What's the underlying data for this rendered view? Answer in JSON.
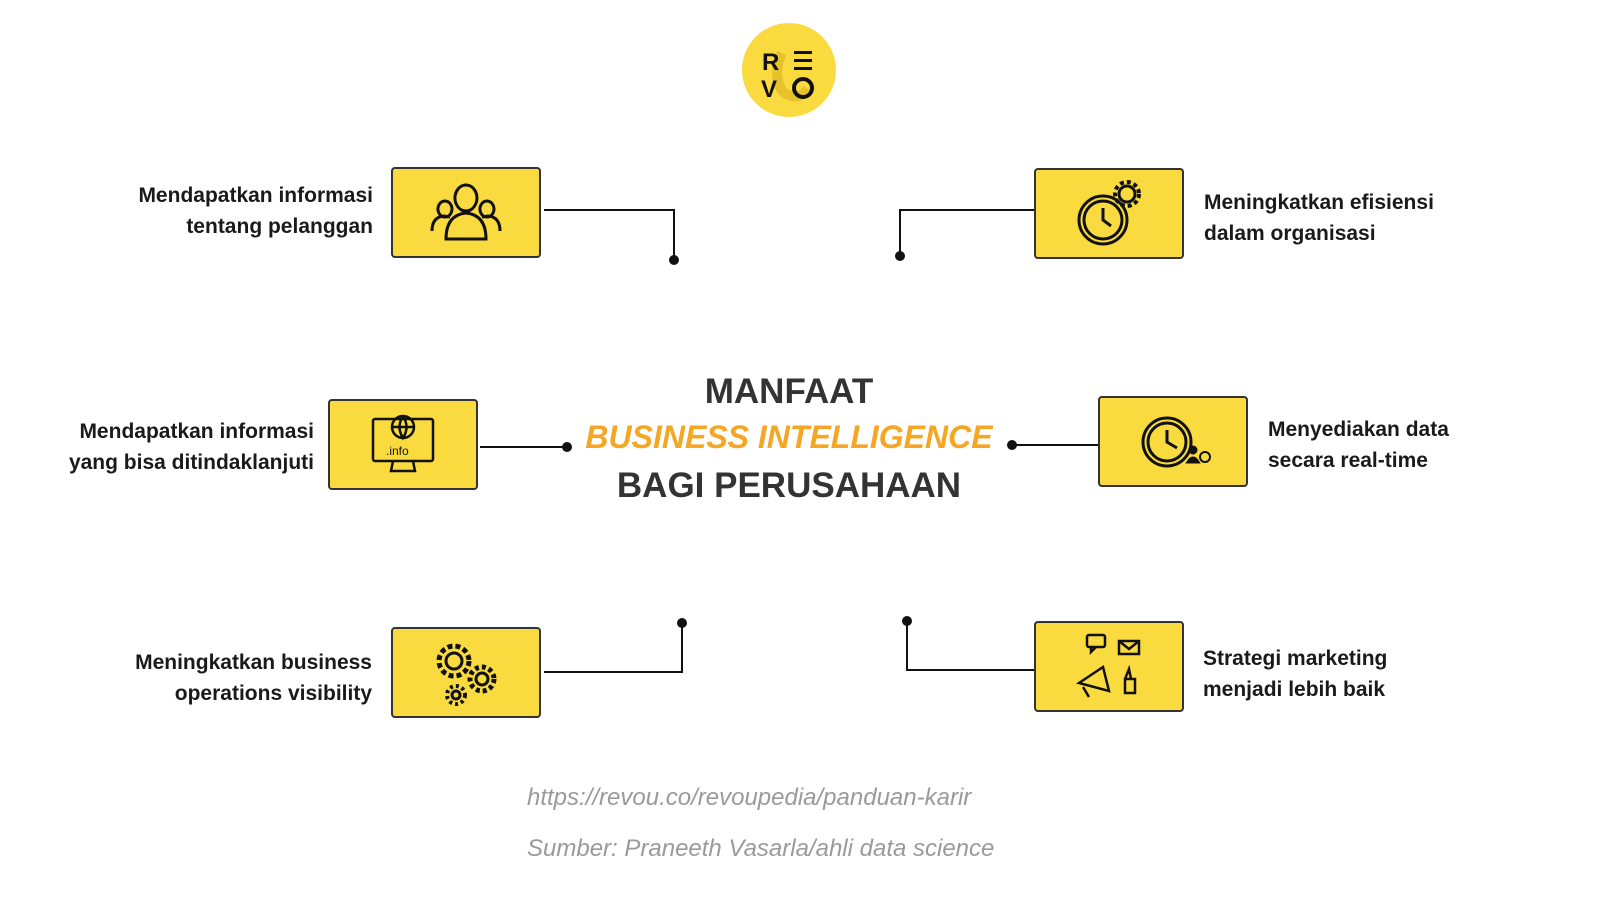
{
  "logo": {
    "text": "REVO",
    "color": "#FADB3F"
  },
  "title": {
    "line1": "MANFAAT",
    "line2": "BUSINESS INTELLIGENCE",
    "line3": "BAGI PERUSAHAAN",
    "accent": "#F5A623"
  },
  "benefits": [
    {
      "icon": "customers-icon",
      "line1": "Mendapatkan informasi",
      "line2": "tentang pelanggan"
    },
    {
      "icon": "efficiency-clock-gear-icon",
      "line1": "Meningkatkan efisiensi",
      "line2": "dalam organisasi"
    },
    {
      "icon": "info-monitor-icon",
      "line1": "Mendapatkan informasi",
      "line2": "yang bisa ditindaklanjuti"
    },
    {
      "icon": "realtime-clock-icon",
      "line1": "Menyediakan data",
      "line2": "secara real-time"
    },
    {
      "icon": "gears-icon",
      "line1": "Meningkatkan business",
      "line2": "operations visibility"
    },
    {
      "icon": "marketing-megaphone-icon",
      "line1": "Strategi marketing",
      "line2": "menjadi lebih baik"
    }
  ],
  "info_label": ".info",
  "footer": {
    "url": "https://revou.co/revoupedia/panduan-karir",
    "source": "Sumber: Praneeth Vasarla/ahli data science"
  }
}
